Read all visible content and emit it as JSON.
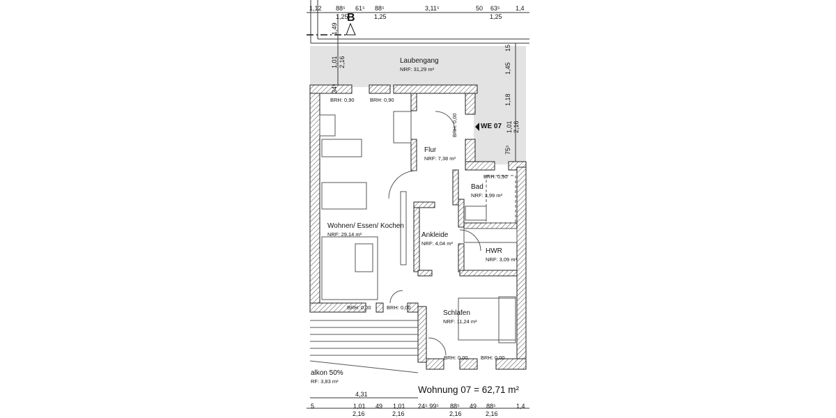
{
  "section_marker": "B",
  "entrance_label": "WE 07",
  "dimensions_top": {
    "row1": [
      "1,12",
      "88⁵",
      "61⁵",
      "88⁵",
      "3,11⁵",
      "50",
      "63⁵",
      "1,4"
    ],
    "row2": [
      "1,25",
      "1,25",
      "1,25"
    ]
  },
  "dimensions_left": [
    "1,49",
    "1,01",
    "2,16",
    "34⁵"
  ],
  "dimensions_right": [
    "15",
    "1,45",
    "1,18",
    "1,01",
    "2,16",
    "75⁵"
  ],
  "dimensions_bottom": {
    "overall": "4,31",
    "row1": [
      "5",
      "1,01",
      "49",
      "1,01",
      "24⁵ 99⁵",
      "88⁵",
      "49",
      "88⁵",
      "1,4"
    ],
    "row2": [
      "2,16",
      "2,16",
      "2,16",
      "2,16"
    ]
  },
  "rooms": {
    "laubengang": {
      "name": "Laubengang",
      "area": "NRF: 31,29 m²"
    },
    "flur": {
      "name": "Flur",
      "area": "NRF: 7,38 m²"
    },
    "bad": {
      "name": "Bad",
      "area": "NRF: 3,99 m²"
    },
    "wohnen": {
      "name": "Wohnen/ Essen/ Kochen",
      "area": "NRF: 29,14 m²"
    },
    "ankleide": {
      "name": "Ankleide",
      "area": "NRF: 4,04 m²"
    },
    "hwr": {
      "name": "HWR",
      "area": "NRF: 3,09 m²"
    },
    "schlafen": {
      "name": "Schlafen",
      "area": "NRF: 11,24 m²"
    },
    "balkon": {
      "name": "alkon 50%",
      "area": "RF: 3,83 m²"
    }
  },
  "brh": {
    "kitchen_1": "BRH: 0,90",
    "kitchen_2": "BRH: 0,90",
    "entrance": "BRH: 0,00",
    "bad": "BRH: 0,90",
    "living_1": "BRH: 0,00",
    "living_2": "BRH: 0,00",
    "bedroom_1": "BRH: 0,00",
    "bedroom_2": "BRH: 0,00"
  },
  "total": "Wohnung 07 = 62,71 m²",
  "colors": {
    "outdoor_fill": "#e3e3e3",
    "wall": "#222222",
    "line": "#333333"
  }
}
